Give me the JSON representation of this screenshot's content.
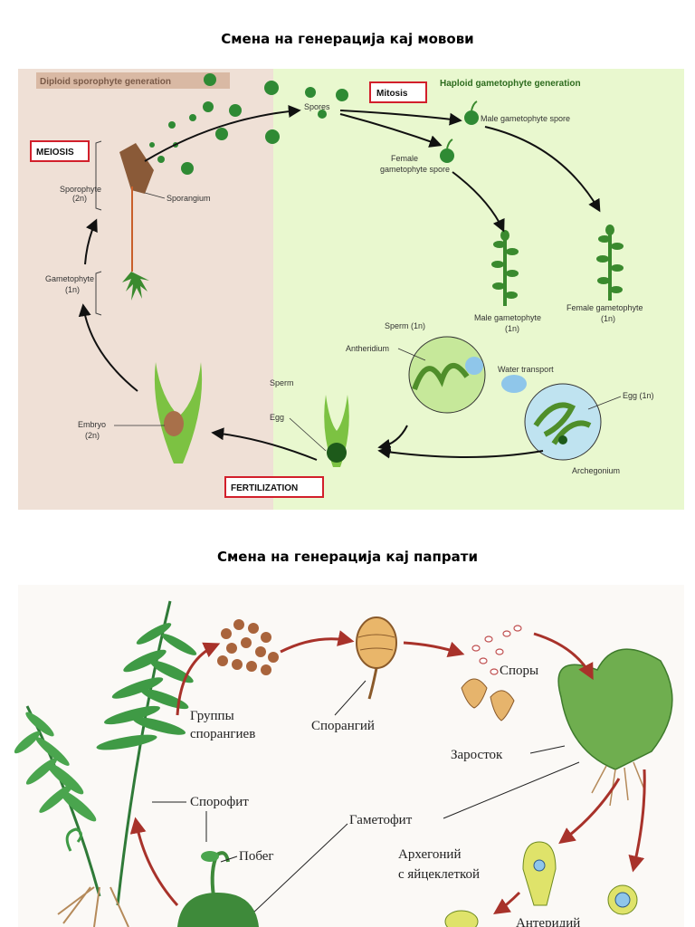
{
  "headings": {
    "moss": "Смена на генерација кај мовови",
    "fern": "Смена на генерација кај папрати"
  },
  "moss_diagram": {
    "diploid_title": "Diploid sporophyte generation",
    "haploid_title": "Haploid gametophyte generation",
    "meiosis": "MEIOSIS",
    "mitosis": "Mitosis",
    "fertilization": "FERTILIZATION",
    "spores": "Spores",
    "male_spore": "Male gametophyte spore",
    "female_spore_1": "Female",
    "female_spore_2": "gametophyte spore",
    "sporophyte_1": "Sporophyte",
    "sporophyte_2": "(2n)",
    "sporangium": "Sporangium",
    "gametophyte_1": "Gametophyte",
    "gametophyte_2": "(1n)",
    "male_gam_1": "Male gametophyte",
    "male_gam_2": "(1n)",
    "female_gam_1": "Female gametophyte",
    "female_gam_2": "(1n)",
    "sperm_1n": "Sperm (1n)",
    "antheridium": "Antheridium",
    "water_transport": "Water transport",
    "egg_1n": "Egg (1n)",
    "archegonium": "Archegonium",
    "sperm": "Sperm",
    "egg": "Egg",
    "embryo_1": "Embryo",
    "embryo_2": "(2n)"
  },
  "fern_diagram": {
    "sorus_1": "Группы",
    "sorus_2": "спорангиев",
    "sporangium": "Спорангий",
    "spores": "Споры",
    "prothallus": "Заросток",
    "sporophyte": "Спорофит",
    "gametophyte": "Гаметофит",
    "shoot": "Побег",
    "archegonium_1": "Архегоний",
    "archegonium_2": "с яйцеклеткой",
    "antheridium": "Антеридий"
  },
  "colors": {
    "diploid_bg": "#efe0d6",
    "haploid_bg": "#e9f8cf",
    "highlight_border": "#d21f2b",
    "arrow_red": "#a8322a",
    "moss_green": "#3a8a2e"
  }
}
